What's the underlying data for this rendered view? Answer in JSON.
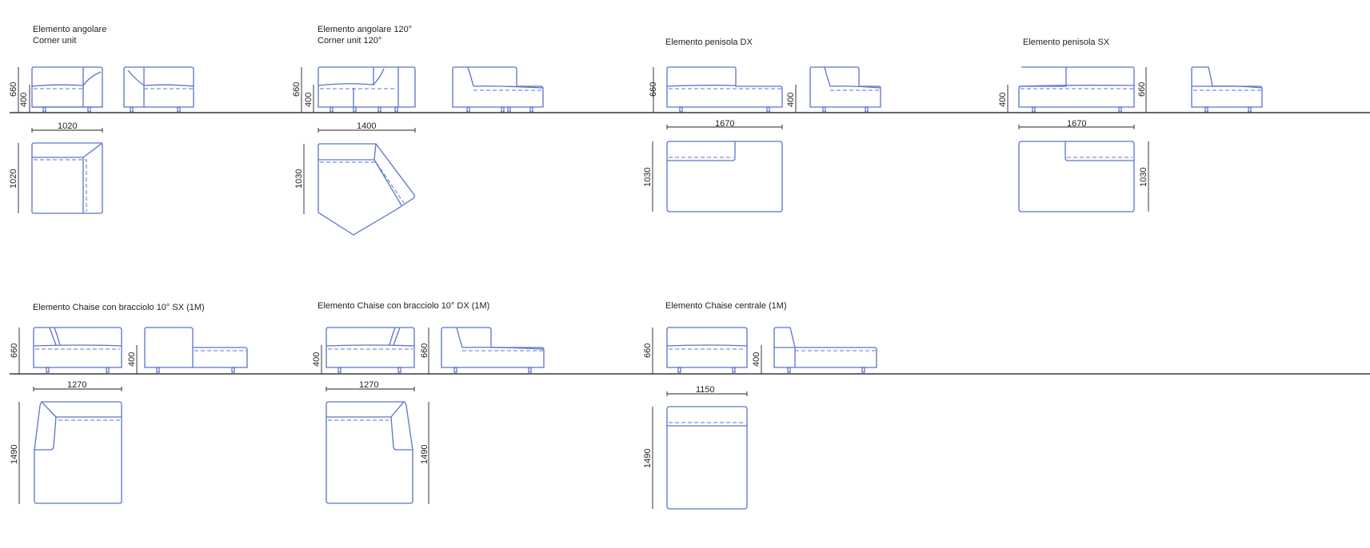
{
  "units": [
    {
      "title": "Elemento angolare",
      "subtitle": "Corner unit",
      "height_front": "660",
      "height_seat": "400",
      "width": "1020",
      "depth": "1020"
    },
    {
      "title": "Elemento angolare 120°",
      "subtitle": "Corner unit 120°",
      "height_front": "660",
      "height_seat": "400",
      "width": "1400",
      "depth": "1030"
    },
    {
      "title": "Elemento penisola DX",
      "height_front": "660",
      "height_seat": "400",
      "width": "1670",
      "depth": "1030"
    },
    {
      "title": "Elemento penisola SX",
      "height_front": "660",
      "height_seat": "400",
      "width": "1670",
      "depth": "1030"
    },
    {
      "title": "Elemento Chaise con bracciolo 10° SX (1M)",
      "height_front": "660",
      "height_seat": "400",
      "width": "1270",
      "depth": "1490"
    },
    {
      "title": "Elemento Chaise con bracciolo 10° DX (1M)",
      "height_front": "400",
      "height_seat": "660",
      "width": "1270",
      "depth": "1490"
    },
    {
      "title": "Elemento Chaise centrale (1M)",
      "height_front": "660",
      "height_seat": "400",
      "width": "1150",
      "depth": "1490"
    }
  ],
  "colors": {
    "outline": "#5b74c9",
    "dimension": "#222222"
  }
}
